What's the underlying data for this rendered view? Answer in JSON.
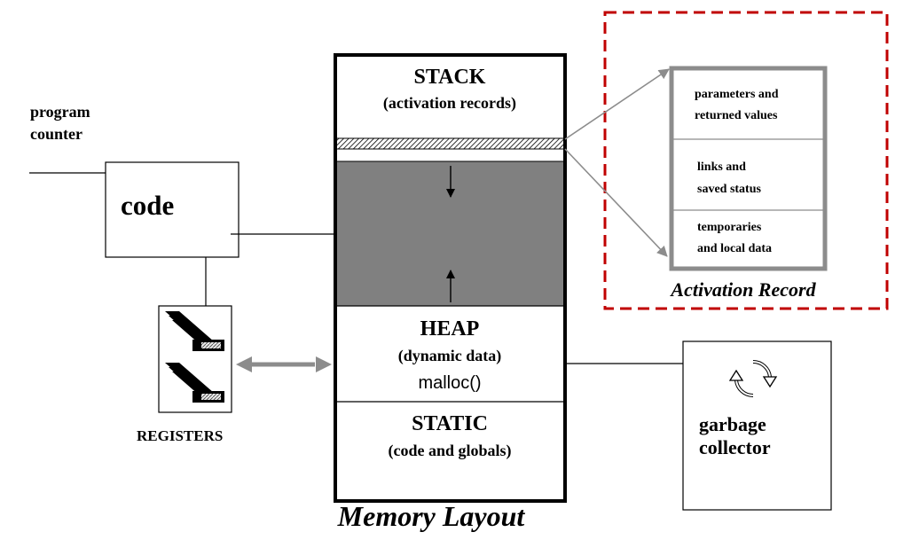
{
  "program_counter": {
    "line1": "program",
    "line2": "counter"
  },
  "code_box": {
    "label": "code"
  },
  "registers": {
    "label": "REGISTERS"
  },
  "memory": {
    "stack_title": "STACK",
    "stack_subtitle": "(activation records)",
    "heap_title": "HEAP",
    "heap_subtitle": "(dynamic data)",
    "heap_call": "malloc()",
    "static_title": "STATIC",
    "static_subtitle": "(code and globals)",
    "caption": "Memory Layout"
  },
  "activation_record": {
    "row1_line1": "parameters and",
    "row1_line2": "returned values",
    "row2_line1": "links and",
    "row2_line2": "saved status",
    "row3_line1": "temporaries",
    "row3_line2": "and local data",
    "caption": "Activation Record"
  },
  "garbage_collector": {
    "line1": "garbage",
    "line2": "collector",
    "icon": "recycle-icon"
  },
  "colors": {
    "heap_gap": "#808080",
    "dashed_border": "#c00000",
    "record_border": "#8c8c8c",
    "arrow_gray": "#8c8c8c"
  }
}
